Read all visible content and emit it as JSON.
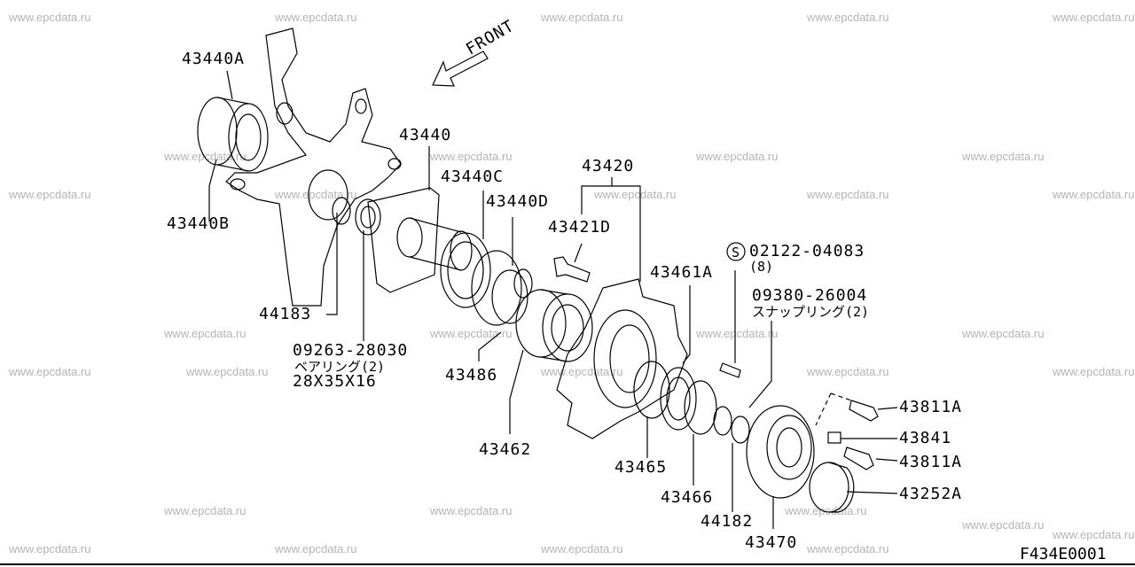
{
  "watermark": "www.epcdata.ru",
  "front_label": "FRONT",
  "figure_code": "F434E0001",
  "labels": {
    "p43440A": "43440A",
    "p43440B": "43440B",
    "p43440": "43440",
    "p43440C": "43440C",
    "p43440D": "43440D",
    "p43420": "43420",
    "p43421D": "43421D",
    "p44183": "44183",
    "p09263": "09263-28030",
    "p09263_name": "ベアリング(2)",
    "p09263_size": "28X35X16",
    "p43486": "43486",
    "p43462": "43462",
    "p43461A": "43461A",
    "p43465": "43465",
    "p43466": "43466",
    "p44182": "44182",
    "p43470": "43470",
    "p02122": "02122-04083",
    "p02122_qty": "(8)",
    "p02122_symbol": "S",
    "p09380": "09380-26004",
    "p09380_name": "スナップリング(2)",
    "p43811A_1": "43811A",
    "p43841": "43841",
    "p43811A_2": "43811A",
    "p43252A": "43252A"
  }
}
